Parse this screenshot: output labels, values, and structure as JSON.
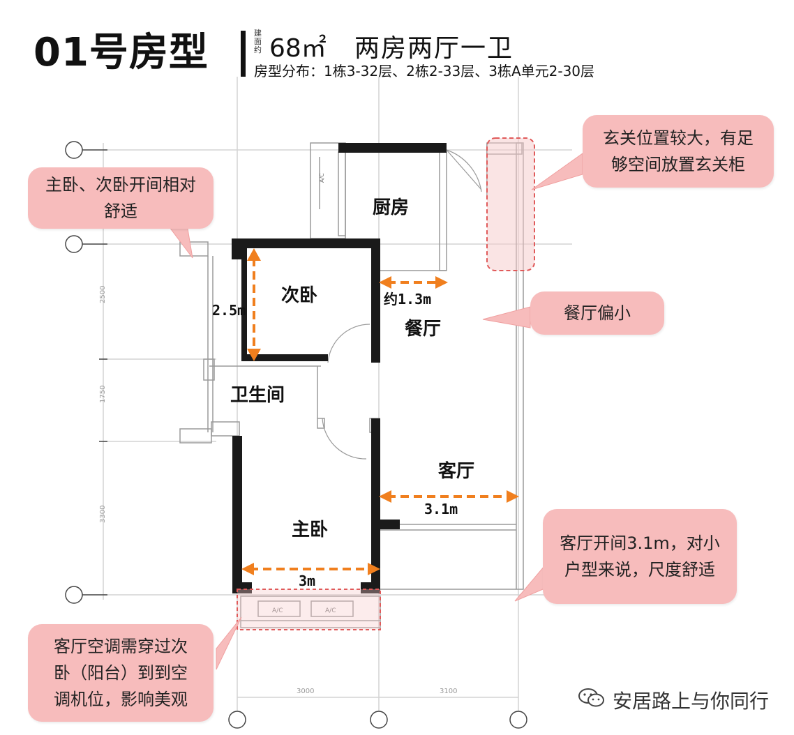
{
  "header": {
    "title": "01号房型",
    "area_label": "建面约",
    "area": "68㎡",
    "layout": "两房两厅一卫",
    "distribution": "房型分布：1栋3-32层、2栋2-33层、3栋A单元2-30层"
  },
  "rooms": {
    "kitchen": "厨房",
    "second_bedroom": "次卧",
    "dining": "餐厅",
    "bathroom": "卫生间",
    "living": "客厅",
    "master_bedroom": "主卧"
  },
  "dimensions": {
    "second_bedroom_depth": "2.5m",
    "dining_width": "约1.3m",
    "living_width": "3.1m",
    "master_width": "3m"
  },
  "axis_labels": {
    "left_1": "2500",
    "left_2": "1750",
    "left_3": "3300",
    "bottom_1": "3000",
    "bottom_2": "3100"
  },
  "plan_marks": {
    "ac_1": "A/C",
    "ac_2": "A/C",
    "ac_3": "A/C"
  },
  "callouts": {
    "bedrooms": [
      "主卧、次卧开间相对",
      "舒适"
    ],
    "foyer": [
      "玄关位置较大，有足",
      "够空间放置玄关柜"
    ],
    "dining": [
      "餐厅偏小"
    ],
    "living": [
      "客厅开间3.1m，对小",
      "户型来说，尺度舒适"
    ],
    "ac": [
      "客厅空调需穿过次",
      "卧（阳台）到到空",
      "调机位，影响美观"
    ]
  },
  "watermark": "安居路上与你同行",
  "colors": {
    "callout_bg": "#f7bcbc",
    "dim_arrow": "#f07f1e",
    "highlight": "#e05a5a",
    "wall": "#1a1a1a"
  }
}
